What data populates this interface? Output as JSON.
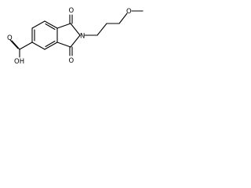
{
  "molecule": {
    "atom_labels": {
      "carbonyl_oxygen_top": "O",
      "carbonyl_oxygen_bottom": "O",
      "imide_nitrogen": "N",
      "ether_oxygen": "O",
      "carboxyl_oxygen_double": "O",
      "carboxyl_hydroxyl": "OH"
    }
  },
  "colors": {
    "bond": "#000000",
    "background": "#ffffff"
  }
}
